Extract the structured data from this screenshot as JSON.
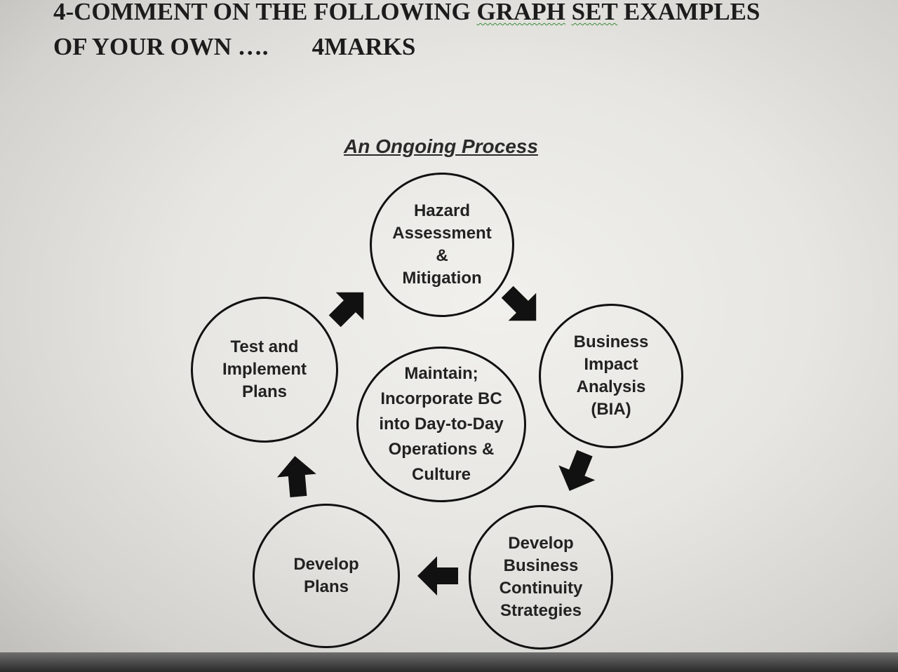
{
  "question": {
    "line1_prefix": "4-COMMENT ON THE FOLLOWING ",
    "line1_graph": "GRAPH",
    "line1_set": "SET",
    "line1_suffix": " EXAMPLES",
    "line2": "OF YOUR OWN ….",
    "marks": "4MARKS"
  },
  "diagram": {
    "title": "An Ongoing Process",
    "nodes": {
      "hazard": "Hazard\nAssessment\n&\nMitigation",
      "bia": "Business\nImpact\nAnalysis\n(BIA)",
      "strategies": "Develop\nBusiness\nContinuity\nStrategies",
      "plans": "Develop\nPlans",
      "test": "Test and\nImplement\nPlans",
      "center": "Maintain;\nIncorporate BC\ninto Day-to-Day\nOperations &\nCulture"
    }
  },
  "colors": {
    "stroke": "#111111",
    "text": "#222222",
    "squiggle": "#3a8a3a"
  }
}
